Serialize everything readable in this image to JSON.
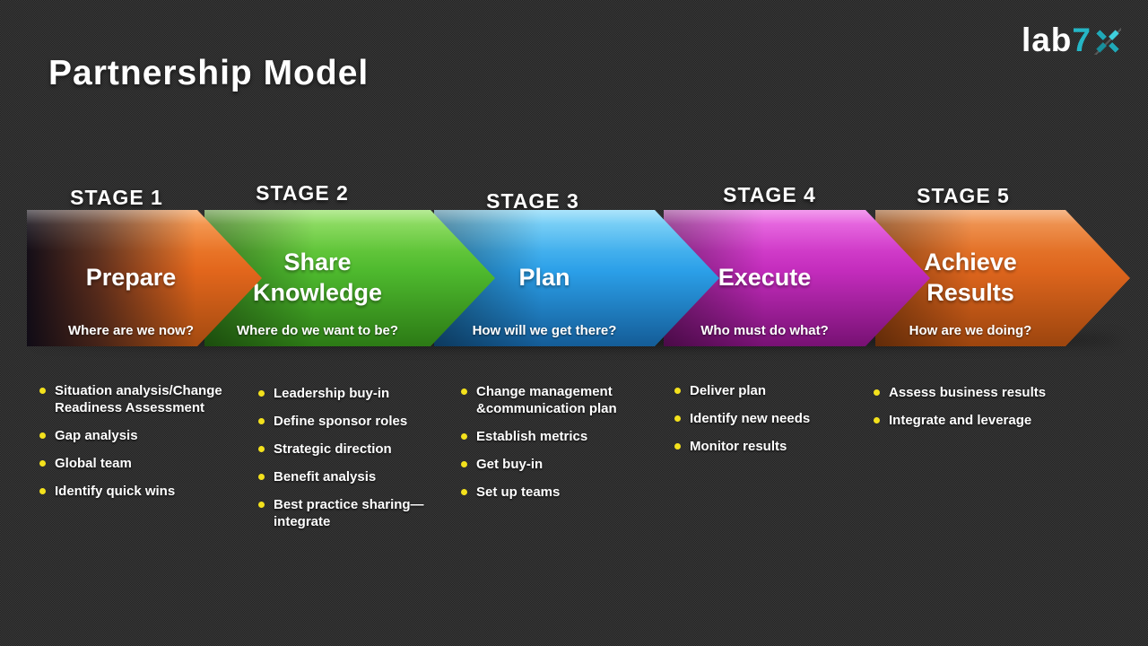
{
  "title": "Partnership Model",
  "logo": {
    "text_white": "lab",
    "text_accent": "7",
    "accent_color": "#25b6c6",
    "x_icon": "x-mark"
  },
  "bullet_color": "#f3e11c",
  "stages": [
    {
      "label": "STAGE 1",
      "name": "Prepare",
      "question": "Where are we now?",
      "colors": {
        "light": "#f6913f",
        "mid": "#e2661c",
        "dark": "#a34a10"
      },
      "bullets": [
        "Situation analysis/Change Readiness Assessment",
        "Gap analysis",
        "Global team",
        "Identify quick wins"
      ]
    },
    {
      "label": "STAGE 2",
      "name": "Share Knowledge",
      "question": "Where do we want to be?",
      "colors": {
        "light": "#87dd52",
        "mid": "#4eb92e",
        "dark": "#2c7a15"
      },
      "bullets": [
        "Leadership buy-in",
        "Define sponsor roles",
        "Strategic direction",
        "Benefit analysis",
        "Best practice sharing—integrate"
      ]
    },
    {
      "label": "STAGE 3",
      "name": "Plan",
      "question": "How will we get there?",
      "colors": {
        "light": "#74d2f8",
        "mid": "#2b9fe8",
        "dark": "#145c97"
      },
      "bullets": [
        "Change management &communication plan",
        "Establish metrics",
        "Get buy-in",
        "Set up teams"
      ]
    },
    {
      "label": "STAGE 4",
      "name": "Execute",
      "question": "Who must do what?",
      "colors": {
        "light": "#ea5ae2",
        "mid": "#c32cbc",
        "dark": "#771173"
      },
      "bullets": [
        "Deliver plan",
        "Identify new needs",
        "Monitor results"
      ]
    },
    {
      "label": "STAGE 5",
      "name": "Achieve Results",
      "question": "How are we doing?",
      "colors": {
        "light": "#f08a3e",
        "mid": "#dd651d",
        "dark": "#9c450e"
      },
      "bullets": [
        "Assess business results",
        "Integrate and leverage"
      ]
    }
  ]
}
